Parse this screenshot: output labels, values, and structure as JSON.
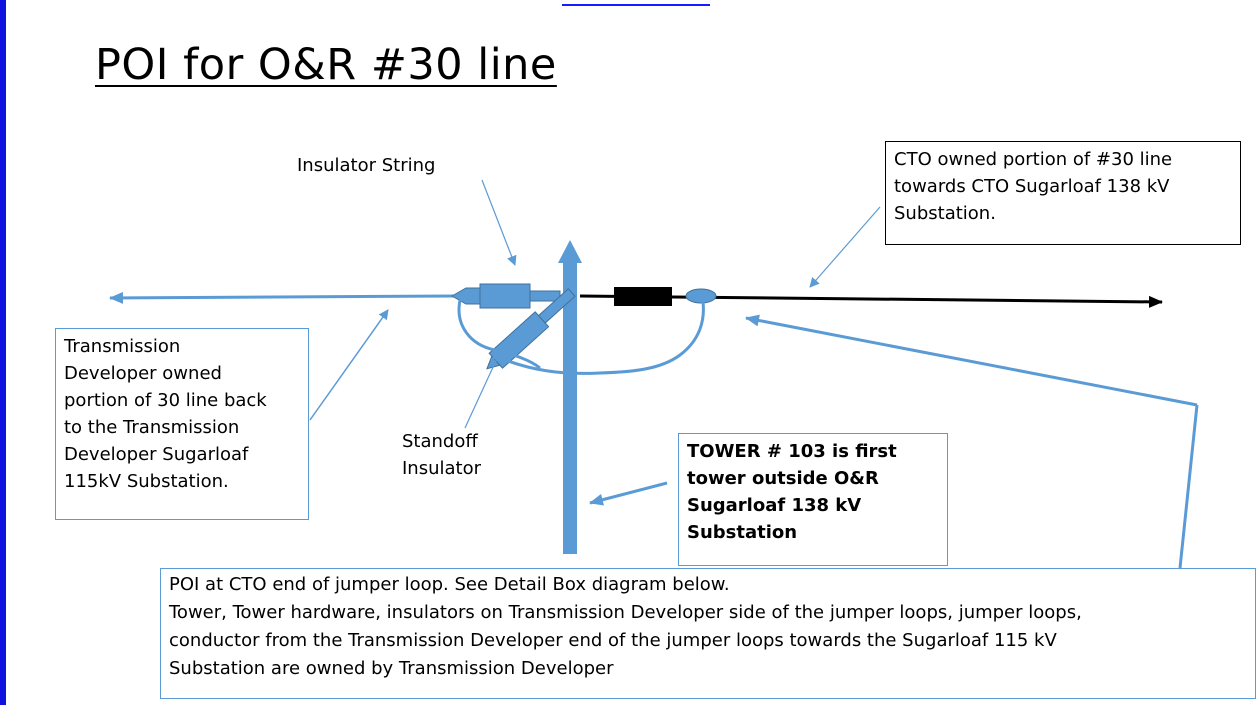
{
  "title": "POI for O&R #30  line",
  "labels": {
    "insulator_string": "Insulator String",
    "standoff_insulator": "Standoff\nInsulator"
  },
  "boxes": {
    "cto_portion": "CTO owned portion of #30  line\ntowards  CTO Sugarloaf 138 kV\nSubstation.",
    "developer_portion": "Transmission\nDeveloper owned\nportion of 30 line back\nto the Transmission\nDeveloper Sugarloaf\n115kV Substation.",
    "tower_note": "TOWER #  103 is first\ntower outside O&R\nSugarloaf 138 kV\nSubstation",
    "poi_note": "POI at  CTO end of jumper loop. See Detail Box diagram below.\nTower, Tower hardware, insulators on Transmission Developer side of the jumper loops,  jumper loops,\nconductor  from the Transmission Developer end of the jumper loops  towards the Sugarloaf 115 kV\nSubstation  are owned by Transmission Developer"
  },
  "colors": {
    "line_blue": "#5b9bd5",
    "line_black": "#000000",
    "border_accent": "#1010e0",
    "developer_line": "#5b9bd5",
    "cto_line": "#000000"
  }
}
